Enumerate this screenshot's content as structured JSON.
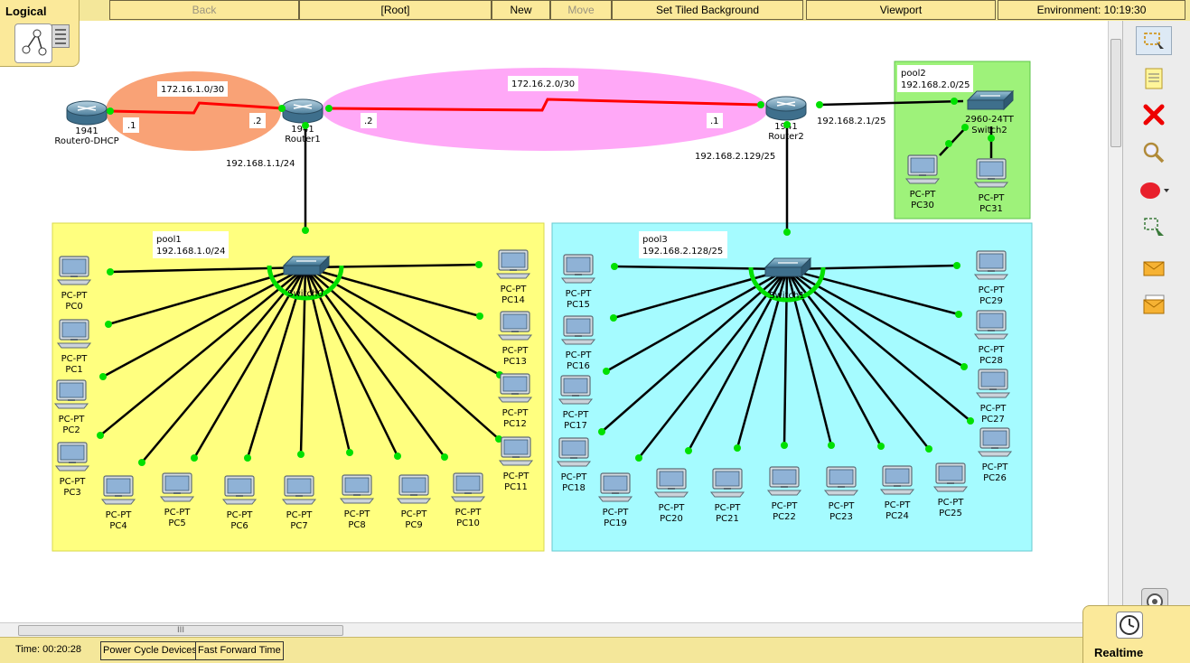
{
  "toolbar": {
    "logical_label": "Logical",
    "back_label": "Back",
    "root_label": "[Root]",
    "new_cluster_label": "New Cluster",
    "move_object_label": "Move Object",
    "set_bg_label": "Set Tiled Background",
    "viewport_label": "Viewport",
    "environment_label": "Environment: 10:19:30"
  },
  "bottom": {
    "time_label": "Time: 00:20:28",
    "power_cycle_label": "Power Cycle Devices",
    "fast_forward_label": "Fast Forward Time",
    "realtime_label": "Realtime"
  },
  "hscroll_text": "III",
  "colors": {
    "pool1_area": "#ffff7f",
    "pool3_area": "#a5fbff",
    "pool2_area": "#9ef27a",
    "net1_ellipse": "#f9a276",
    "net2_ellipse": "#ffa8f7",
    "serial_link": "#ff0000",
    "port_up": "#00e000"
  },
  "areas": {
    "pool1": {
      "name": "pool1",
      "subnet": "192.168.1.0/24"
    },
    "pool2": {
      "name": "pool2",
      "subnet": "192.168.2.0/25"
    },
    "pool3": {
      "name": "pool3",
      "subnet": "192.168.2.128/25"
    }
  },
  "networks": {
    "net1": "172.16.1.0/30",
    "net2": "172.16.2.0/30"
  },
  "addresses": {
    "r0_net1": ".1",
    "r1_net1": ".2",
    "r1_net2": ".2",
    "r2_net2": ".1",
    "r1_lan": "192.168.1.1/24",
    "r2_lan": "192.168.2.129/25",
    "r2_pool2": "192.168.2.1/25"
  },
  "routers": [
    {
      "model": "1941",
      "name": "Router0-DHCP"
    },
    {
      "model": "1941",
      "name": "Router1"
    },
    {
      "model": "1941",
      "name": "Router2"
    }
  ],
  "switches": [
    {
      "model": "",
      "name": "Switch0"
    },
    {
      "model": "",
      "name": "Switch1"
    },
    {
      "model": "2960-24TT",
      "name": "Switch2"
    }
  ],
  "pc_type": "PC-PT",
  "pcs": [
    "PC0",
    "PC1",
    "PC2",
    "PC3",
    "PC4",
    "PC5",
    "PC6",
    "PC7",
    "PC8",
    "PC9",
    "PC10",
    "PC11",
    "PC12",
    "PC13",
    "PC14",
    "PC15",
    "PC16",
    "PC17",
    "PC18",
    "PC19",
    "PC20",
    "PC21",
    "PC22",
    "PC23",
    "PC24",
    "PC25",
    "PC26",
    "PC27",
    "PC28",
    "PC29",
    "PC30",
    "PC31"
  ],
  "tools": [
    "select-icon",
    "note-icon",
    "delete-icon",
    "inspect-icon",
    "draw-shape-icon",
    "resize-icon",
    "simple-pdu-icon",
    "complex-pdu-icon"
  ]
}
